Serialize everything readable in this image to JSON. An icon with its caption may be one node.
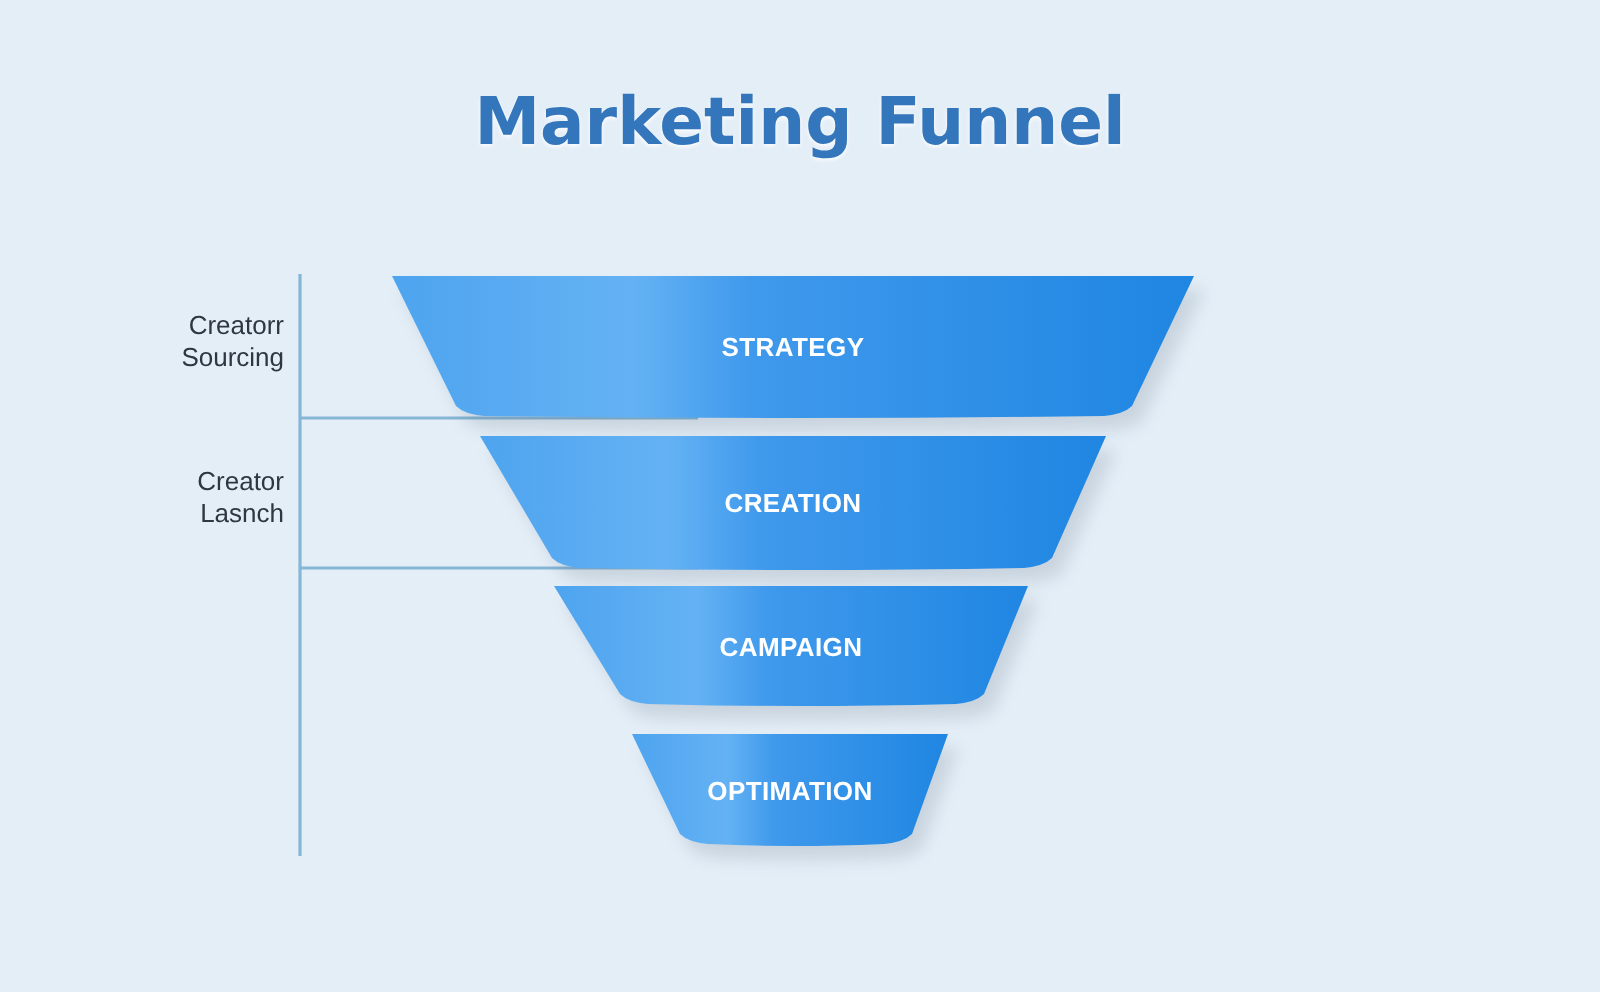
{
  "diagram": {
    "title": "Marketing Funnel",
    "nodes": [
      {
        "text": [
          "STRATEGY"
        ]
      },
      {
        "text": [
          "CREATION"
        ]
      },
      {
        "text": [
          "CAMPAIGN"
        ]
      },
      {
        "text": [
          "OPTIMATION"
        ]
      }
    ],
    "labels": [
      "Creatorr Sourcing",
      "Creator Lasnch"
    ]
  }
}
